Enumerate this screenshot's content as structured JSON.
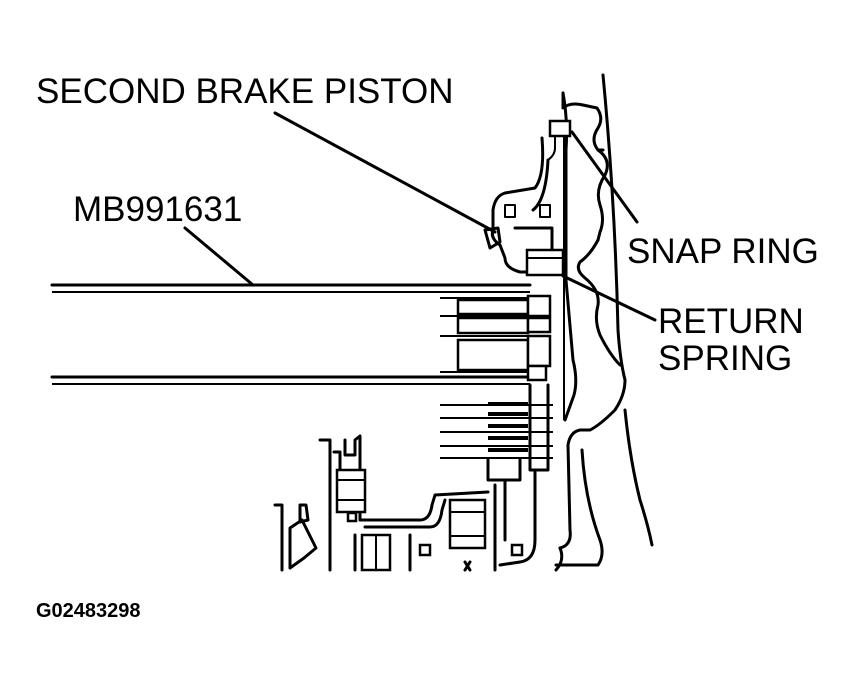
{
  "labels": {
    "second_brake_piston": "SECOND BRAKE PISTON",
    "tool": "MB991631",
    "snap_ring": "SNAP RING",
    "return_spring_line1": "RETURN",
    "return_spring_line2": "SPRING",
    "figure_id": "G02483298"
  }
}
